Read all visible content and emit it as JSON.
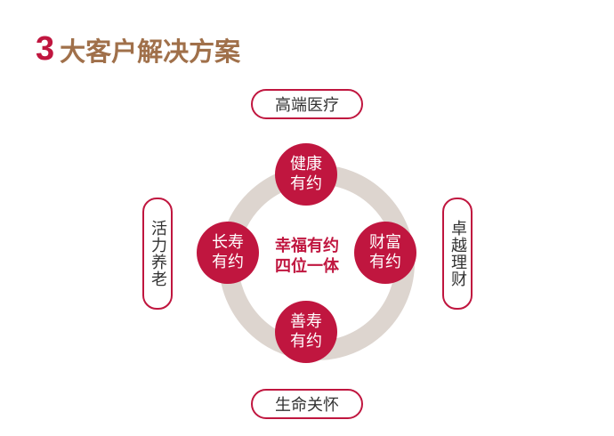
{
  "title": {
    "number": "3",
    "text": "大客户解决方案"
  },
  "center": {
    "line1": "幸福有约",
    "line2": "四位一体"
  },
  "nodes": {
    "top": {
      "line1": "健康",
      "line2": "有约"
    },
    "left": {
      "line1": "长寿",
      "line2": "有约"
    },
    "right": {
      "line1": "财富",
      "line2": "有约"
    },
    "bottom": {
      "line1": "善寿",
      "line2": "有约"
    }
  },
  "pills": {
    "top": "高端医疗",
    "bottom": "生命关怀",
    "left": "活力养老",
    "right": "卓越理财"
  },
  "colors": {
    "accent": "#c0163f",
    "title": "#a0704a",
    "ring": "#ddd5cf"
  }
}
